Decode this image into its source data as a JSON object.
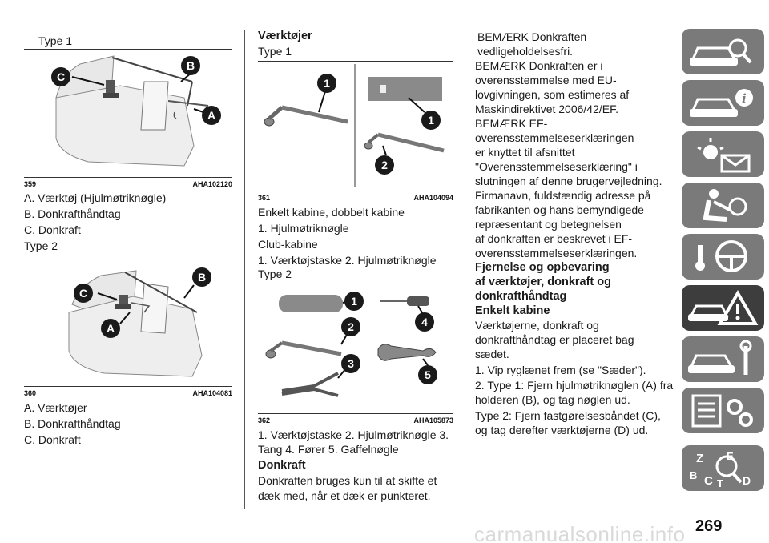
{
  "col1": {
    "type1_label": "Type 1",
    "fig359_num": "359",
    "fig359_code": "AHA102120",
    "fig359_caption": [
      "A. Værktøj (Hjulmøtriknøgle)",
      "B. Donkrafthåndtag",
      "C. Donkraft"
    ],
    "type2_label": "Type 2",
    "fig360_num": "360",
    "fig360_code": "AHA104081",
    "fig360_caption": [
      "A. Værktøjer",
      "B. Donkrafthåndtag",
      "C. Donkraft"
    ],
    "callouts": {
      "a": "A",
      "b": "B",
      "c": "C"
    }
  },
  "col2": {
    "heading": "Værktøjer",
    "type1_label": "Type 1",
    "fig361_num": "361",
    "fig361_code": "AHA104094",
    "fig361_caption": [
      "Enkelt kabine, dobbelt kabine",
      "1. Hjulmøtriknøgle",
      "Club-kabine",
      "1. Værktøjstaske 2. Hjulmøtriknøgle"
    ],
    "type2_label": "Type 2",
    "fig362_num": "362",
    "fig362_code": "AHA105873",
    "fig362_caption": [
      "1. Værktøjstaske 2. Hjulmøtriknøgle 3.",
      "Tang 4. Fører 5. Gaffelnøgle"
    ],
    "donkraft_heading": "Donkraft",
    "donkraft_text": [
      "Donkraften bruges kun til at skifte et",
      "dæk med, når et dæk er punkteret."
    ],
    "callouts": {
      "n1": "1",
      "n2": "2",
      "n3": "3",
      "n4": "4",
      "n5": "5"
    }
  },
  "col3": {
    "lines_a": [
      "BEMÆRK Donkraften",
      "vedligeholdelsesfri."
    ],
    "lines_b": [
      "BEMÆRK Donkraften er i",
      "overensstemmelse med EU-",
      "lovgivningen, som estimeres af",
      "Maskindirektivet 2006/42/EF."
    ],
    "lines_c": [
      "BEMÆRK EF-",
      "overensstemmelseserklæringen",
      "er knyttet til afsnittet",
      "\"Overensstemmelseserklæring\" i",
      "slutningen af denne brugervejledning.",
      "Firmanavn, fuldstændig adresse på",
      "fabrikanten og hans bemyndigede",
      "repræsentant og betegnelsen",
      "af donkraften er beskrevet i EF-",
      "overensstemmelseserklæringen."
    ],
    "heading_remove": [
      "Fjernelse og opbevaring",
      "af værktøjer, donkraft og",
      "donkrafthåndtag"
    ],
    "heading_single": "Enkelt kabine",
    "lines_d": [
      "Værktøjerne, donkraft og",
      "donkrafthåndtag er placeret bag",
      "sædet."
    ],
    "step1": "1. Vip ryglænet frem (se \"Sæder\").",
    "step2": [
      "2. Type 1: Fjern hjulmøtriknøglen (A) fra",
      "holderen (B), og tag nøglen ud."
    ],
    "step3": [
      "Type 2: Fjern fastgørelsesbåndet (C),",
      "og tag derefter værktøjerne (D) ud."
    ]
  },
  "sidebar": {
    "tabs": [
      {
        "icon": "car-search-icon",
        "active": false
      },
      {
        "icon": "car-info-icon",
        "active": false
      },
      {
        "icon": "warning-light-mail-icon",
        "active": false
      },
      {
        "icon": "seat-airbag-icon",
        "active": false
      },
      {
        "icon": "key-steering-wheel-icon",
        "active": false
      },
      {
        "icon": "car-warning-triangle-icon",
        "active": true
      },
      {
        "icon": "car-wrench-icon",
        "active": false
      },
      {
        "icon": "list-gears-icon",
        "active": false
      },
      {
        "icon": "alphabet-index-icon",
        "active": false
      }
    ],
    "index_letters": [
      "Z",
      "E",
      "B",
      "C",
      "T",
      "D"
    ]
  },
  "page_number": "269",
  "watermark": "carmanualsonline.info",
  "colors": {
    "tab": "#7a7a7a",
    "tab_active": "#3d3d3d",
    "callout": "#1a1a1a"
  }
}
